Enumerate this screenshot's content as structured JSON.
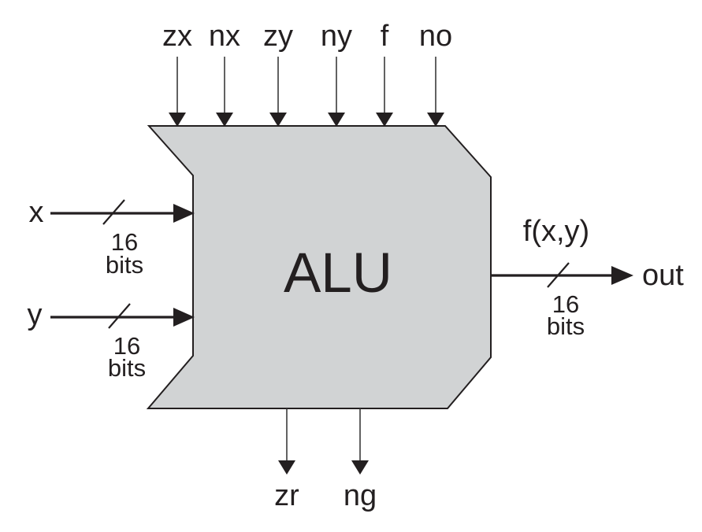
{
  "diagram": {
    "chip_label": "ALU",
    "control_inputs": [
      {
        "label": "zx"
      },
      {
        "label": "nx"
      },
      {
        "label": "zy"
      },
      {
        "label": "ny"
      },
      {
        "label": "f"
      },
      {
        "label": "no"
      }
    ],
    "data_inputs": [
      {
        "label": "x",
        "bus_width": "16",
        "bus_unit": "bits"
      },
      {
        "label": "y",
        "bus_width": "16",
        "bus_unit": "bits"
      }
    ],
    "output": {
      "function_label": "f(x,y)",
      "label": "out",
      "bus_width": "16",
      "bus_unit": "bits"
    },
    "status_outputs": [
      {
        "label": "zr"
      },
      {
        "label": "ng"
      }
    ],
    "colors": {
      "body_fill": "#d1d3d4",
      "line": "#231f20",
      "background": "#ffffff"
    }
  }
}
